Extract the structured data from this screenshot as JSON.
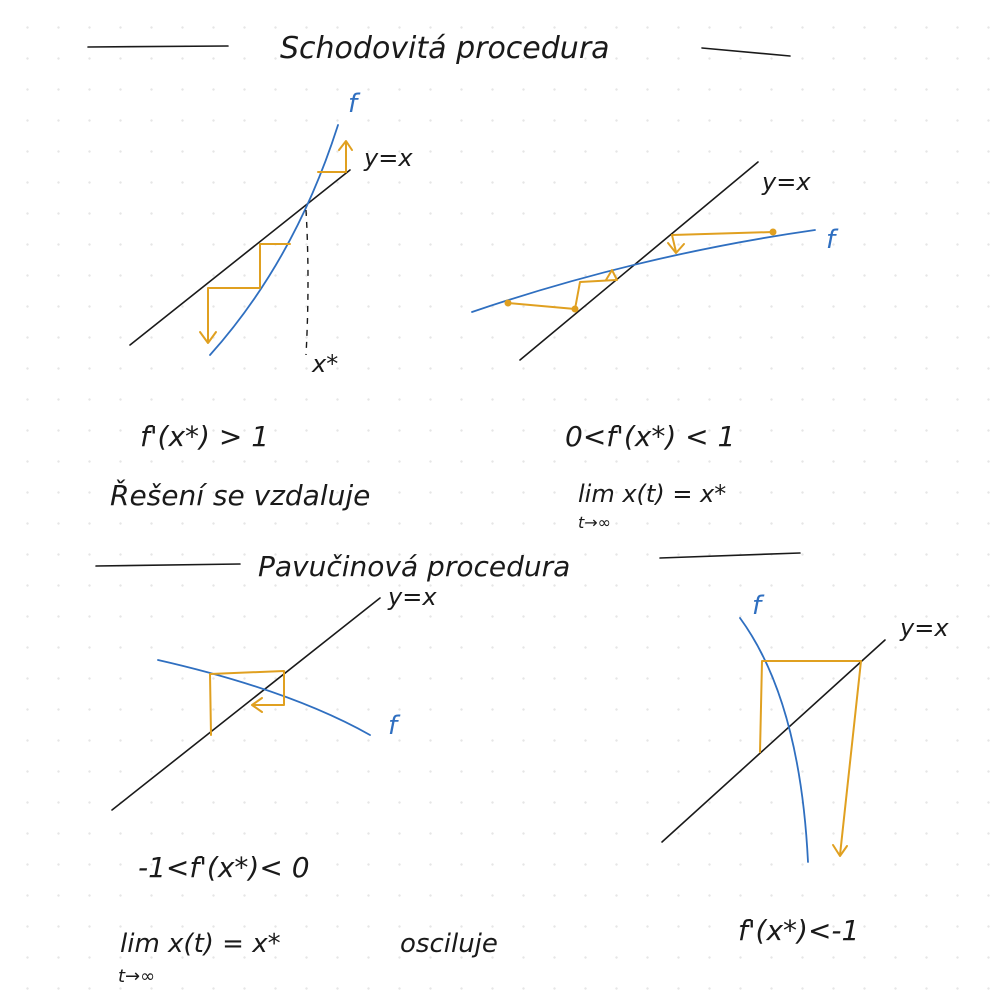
{
  "title_1": "Schodovitá procedura",
  "title_2": "Pavučinová procedura",
  "panels": [
    {
      "line_label": "y=x",
      "curve_label": "f",
      "point_label": "x*",
      "condition": "f'(x*) > 1",
      "note": "Řešení se vzdaluje"
    },
    {
      "line_label": "y=x",
      "curve_label": "f",
      "condition": "0<f'(x*) < 1",
      "limit": "lim x(t) = x*",
      "limit_sub": "t→∞"
    },
    {
      "line_label": "y=x",
      "curve_label": "f",
      "condition": "-1<f'(x*)< 0",
      "limit": "lim x(t) = x*",
      "limit_suffix": "osciluje",
      "limit_sub": "t→∞"
    },
    {
      "line_label": "y=x",
      "curve_label": "f",
      "condition": "f'(x*)<-1"
    }
  ],
  "colors": {
    "ink": "#1a1a1a",
    "curve": "#2f6fc0",
    "path": "#e0a020"
  }
}
